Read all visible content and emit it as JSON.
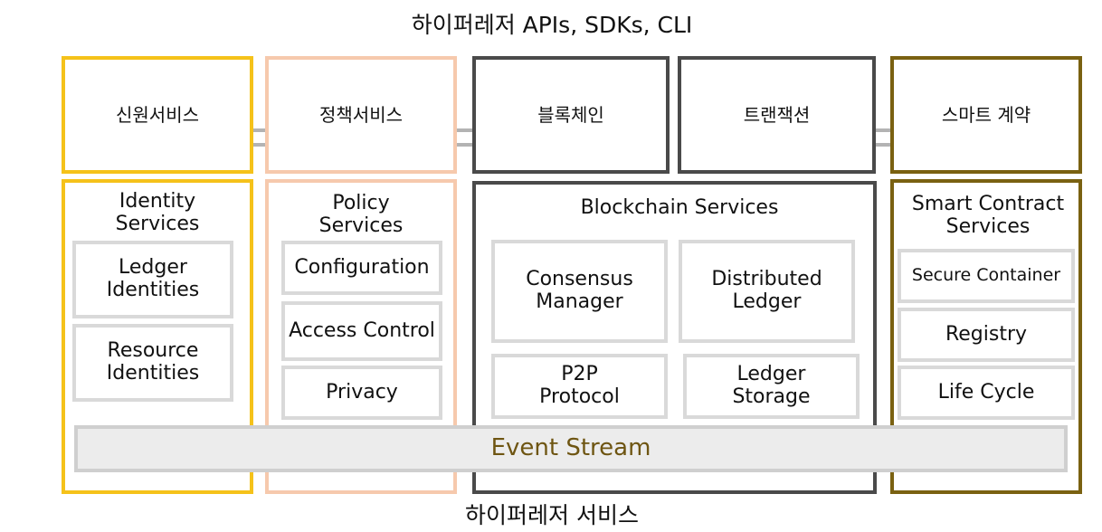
{
  "title_top": "하이퍼레저 APIs, SDKs, CLI",
  "title_bottom": "하이퍼레저 서비스",
  "top_boxes": [
    "신원서비스",
    "정책서비스",
    "블록체인",
    "트랜잭션",
    "스마트 계약"
  ],
  "identity": {
    "title": "Identity\nServices",
    "items": [
      "Ledger\nIdentities",
      "Resource\nIdentities"
    ]
  },
  "policy": {
    "title": "Policy\nServices",
    "items": [
      "Configuration",
      "Access Control",
      "Privacy"
    ]
  },
  "blockchain": {
    "title": "Blockchain Services",
    "items": [
      "Consensus\nManager",
      "Distributed\nLedger",
      "P2P\nProtocol",
      "Ledger\nStorage"
    ]
  },
  "smart_contract": {
    "title": "Smart Contract\nServices",
    "items": [
      "Secure Container",
      "Registry",
      "Life Cycle"
    ]
  },
  "event_stream": "Event Stream",
  "colors": {
    "identity": "#f5c21a",
    "policy": "#f6c9ad",
    "blockchain": "#4a4a4a",
    "smart_contract": "#7a6111",
    "sub_border": "#d9d9d9",
    "event_fill": "#ececec",
    "event_text": "#6e5512"
  }
}
